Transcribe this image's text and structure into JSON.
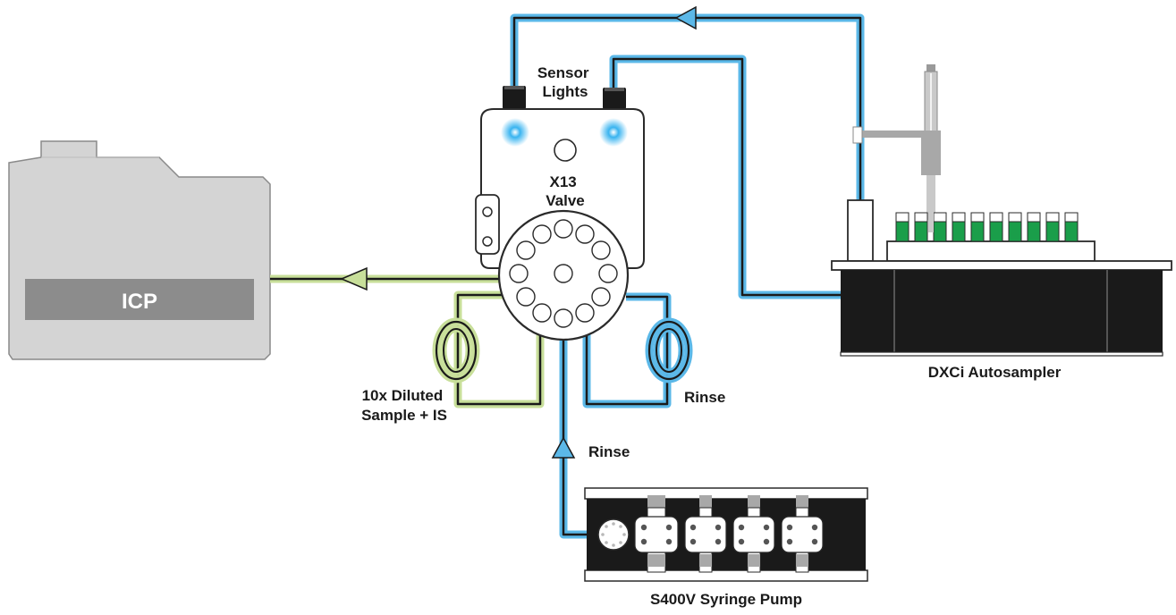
{
  "labels": {
    "icp": "ICP",
    "sensor_line1": "Sensor",
    "sensor_line2": "Lights",
    "valve_line1": "X13",
    "valve_line2": "Valve",
    "sample_line1": "10x Diluted",
    "sample_line2": "Sample + IS",
    "rinse_loop": "Rinse",
    "rinse_pump": "Rinse",
    "autosampler": "DXCi Autosampler",
    "syringe_pump": "S400V Syringe Pump"
  },
  "colors": {
    "rinse_line": "#5bb8e8",
    "sample_line": "#c8df9a",
    "tube_core": "#1a1a1a",
    "vial_fill": "#1a9e4a",
    "sensor_light": "#39b4f0",
    "icp_body": "#d4d4d4",
    "icp_panel": "#8c8c8c"
  },
  "icons": {
    "icp": "icp-instrument-icon",
    "valve": "x13-valve-icon",
    "autosampler": "autosampler-icon",
    "pump": "syringe-pump-icon",
    "flow_arrow": "flow-arrow-icon"
  }
}
